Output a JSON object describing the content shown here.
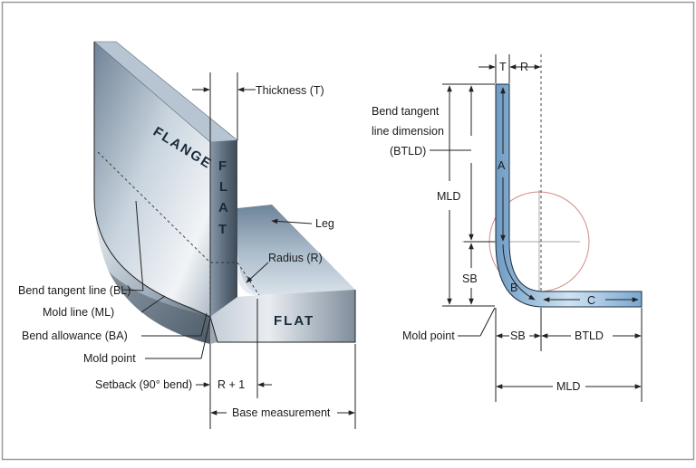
{
  "left": {
    "flange": "FLANGE",
    "flat_vertical": [
      "F",
      "L",
      "A",
      "T"
    ],
    "flat_horizontal": "FLAT",
    "thickness": "Thickness (T)",
    "leg": "Leg",
    "radius": "Radius (R)",
    "bend_tangent_line": "Bend tangent line (BL)",
    "mold_line": "Mold line (ML)",
    "bend_allowance": "Bend allowance (BA)",
    "mold_point": "Mold point",
    "setback": "Setback (90° bend)",
    "r_plus_1": "R + 1",
    "base_measurement": "Base measurement"
  },
  "right": {
    "t": "T",
    "r": "R",
    "btld_line1": "Bend tangent",
    "btld_line2": "line dimension",
    "btld_line3": "(BTLD)",
    "mld_vertical": "MLD",
    "a": "A",
    "sb_vertical": "SB",
    "b": "B",
    "c": "C",
    "mold_point": "Mold point",
    "sb_bottom": "SB",
    "btld_bottom": "BTLD",
    "mld_bottom": "MLD"
  },
  "colors": {
    "border": "#9a9a9a",
    "metal_light": "#dfe6ee",
    "metal_mid": "#8fa3b6",
    "metal_dark": "#4a5a6a",
    "profile_blue": "#9cc4e4",
    "circle": "#d48a8a"
  }
}
